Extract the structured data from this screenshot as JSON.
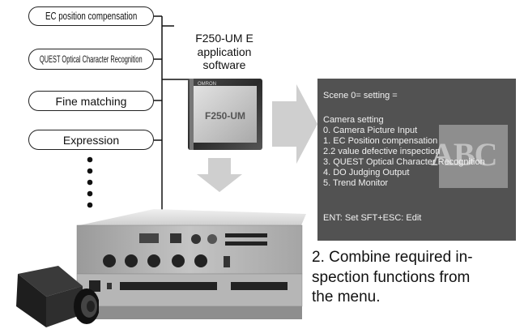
{
  "functions": {
    "ec": "EC position compensation",
    "quest": "QUEST Optical Character Recognition",
    "fine": "Fine matching",
    "expr": "Expression"
  },
  "software": {
    "caption_line1": "F250-UM E",
    "caption_line2": "application",
    "caption_line3": "software",
    "card_brand": "OMRON",
    "card_label": "F250-UM"
  },
  "screen": {
    "lines": [
      "Scene 0= setting =",
      "Camera setting",
      "0. Camera Picture Input",
      "1. EC Position compensation",
      "2.2 value defective inspection",
      "3. QUEST Optical Character Recognition",
      "4. DO Judging Output",
      "5. Trend Monitor",
      "ENT: Set SFT+ESC: Edit"
    ],
    "overlay_text": "ABC"
  },
  "caption_step": {
    "line1": "2. Combine required in-",
    "line2": "spection functions from",
    "line3": "the menu."
  },
  "colors": {
    "screen_bg": "#525252",
    "screen_text": "#f2f2f2",
    "arrow": "#cccccc"
  }
}
